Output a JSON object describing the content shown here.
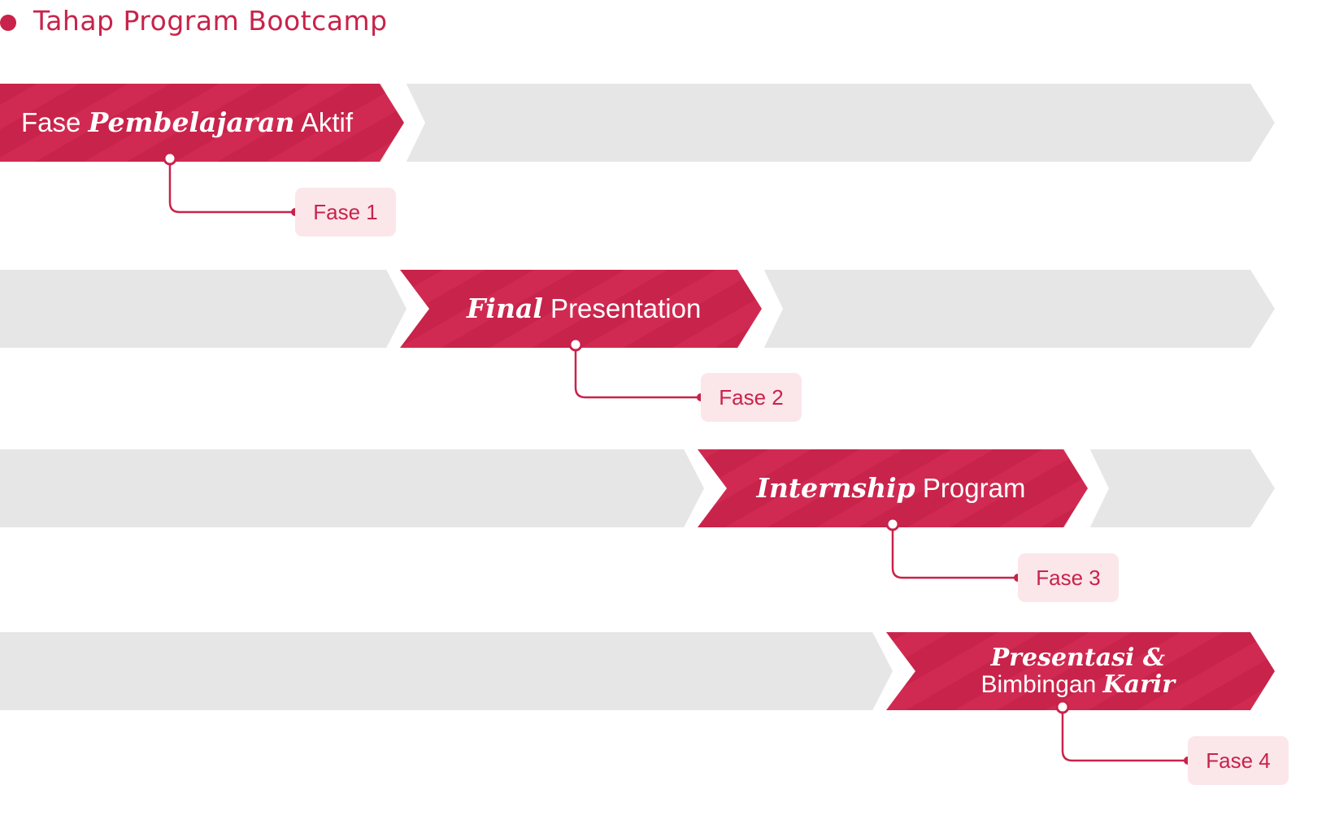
{
  "title": "Tahap Program Bootcamp",
  "colors": {
    "accent": "#c8234a",
    "track": "#e6e6e6",
    "badge_bg": "#fbe6ea"
  },
  "phases": [
    {
      "label_parts": [
        {
          "text": "Fase ",
          "style": "normal"
        },
        {
          "text": "Pembelajaran",
          "style": "italic"
        },
        {
          "text": " Aktif",
          "style": "normal"
        }
      ],
      "badge": "Fase 1"
    },
    {
      "label_parts": [
        {
          "text": "Final",
          "style": "italic"
        },
        {
          "text": " Presentation",
          "style": "normal"
        }
      ],
      "badge": "Fase 2"
    },
    {
      "label_parts": [
        {
          "text": "Internship",
          "style": "italic"
        },
        {
          "text": " Program",
          "style": "normal"
        }
      ],
      "badge": "Fase 3"
    },
    {
      "label_lines": [
        [
          {
            "text": "Presentasi &",
            "style": "italic"
          }
        ],
        [
          {
            "text": "Bimbingan ",
            "style": "normal"
          },
          {
            "text": "Karir",
            "style": "italic"
          }
        ]
      ],
      "badge": "Fase 4"
    }
  ]
}
